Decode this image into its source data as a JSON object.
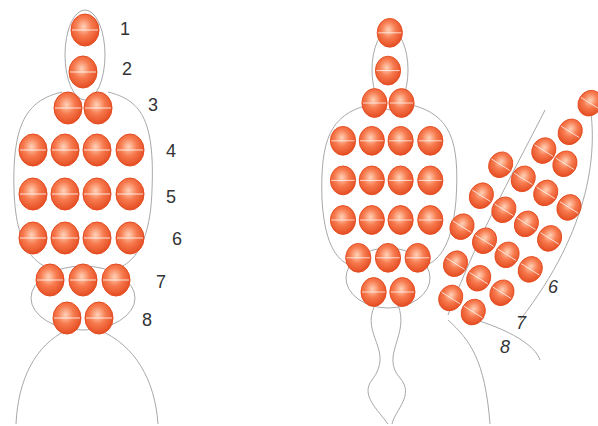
{
  "diagram": {
    "labels": [
      "1",
      "2",
      "3",
      "4",
      "5",
      "6",
      "7",
      "8",
      "6",
      "7",
      "8"
    ]
  }
}
